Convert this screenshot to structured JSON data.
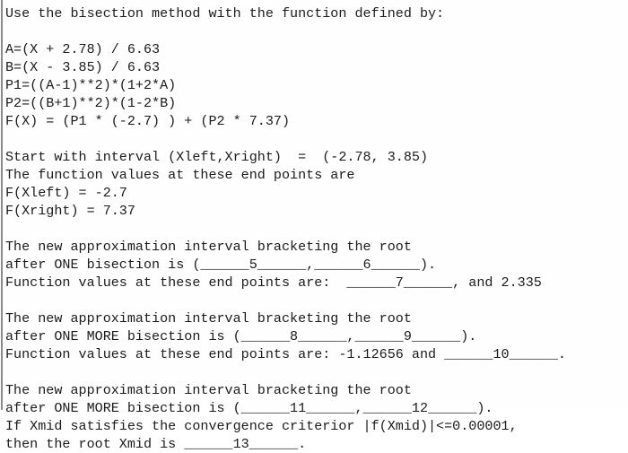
{
  "document": {
    "type": "math-problem-statement",
    "topic": "bisection-method",
    "background_color": "#fefefe",
    "text_color": "#1b1b1b",
    "rule_color": "#8a8a8a"
  },
  "prompt": {
    "instruction": "Use the bisection method with the function defined by:"
  },
  "function_definition": {
    "lines": [
      "A=(X + 2.78) / 6.63",
      "B=(X - 3.85) / 6.63",
      "P1=((A-1)**2)*(1+2*A)",
      "P2=((B+1)**2)*(1-2*B)",
      "F(X) = (P1 * (-2.7) ) + (P2 * 7.37)"
    ]
  },
  "initial_interval": {
    "lines": [
      "Start with interval (Xleft,Xright)  =  (-2.78, 3.85)",
      "The function values at these end points are",
      "F(Xleft) = -2.7",
      "F(Xright) = 7.37"
    ],
    "xleft": "-2.78",
    "xright": "3.85",
    "f_xleft": "-2.7",
    "f_xright": "7.37"
  },
  "steps": [
    {
      "id": "step-1",
      "lines": [
        "The new approximation interval bracketing the root",
        "after ONE bisection is (______5______,______6______).",
        "Function values at these end points are:  ______7______, and 2.335"
      ],
      "blanks": [
        "5",
        "6",
        "7"
      ],
      "known_value": "2.335"
    },
    {
      "id": "step-2",
      "lines": [
        "The new approximation interval bracketing the root",
        "after ONE MORE bisection is (______8______,______9______).",
        "Function values at these end points are: -1.12656 and ______10______."
      ],
      "blanks": [
        "8",
        "9",
        "10"
      ],
      "known_value": "-1.12656"
    },
    {
      "id": "step-3",
      "lines": [
        "The new approximation interval bracketing the root",
        "after ONE MORE bisection is (______11______,______12______).",
        "If Xmid satisfies the convergence criterior |f(Xmid)|<=0.00001,",
        "then the root Xmid is ______13______."
      ],
      "blanks": [
        "11",
        "12",
        "13"
      ],
      "tolerance": "0.00001"
    }
  ]
}
